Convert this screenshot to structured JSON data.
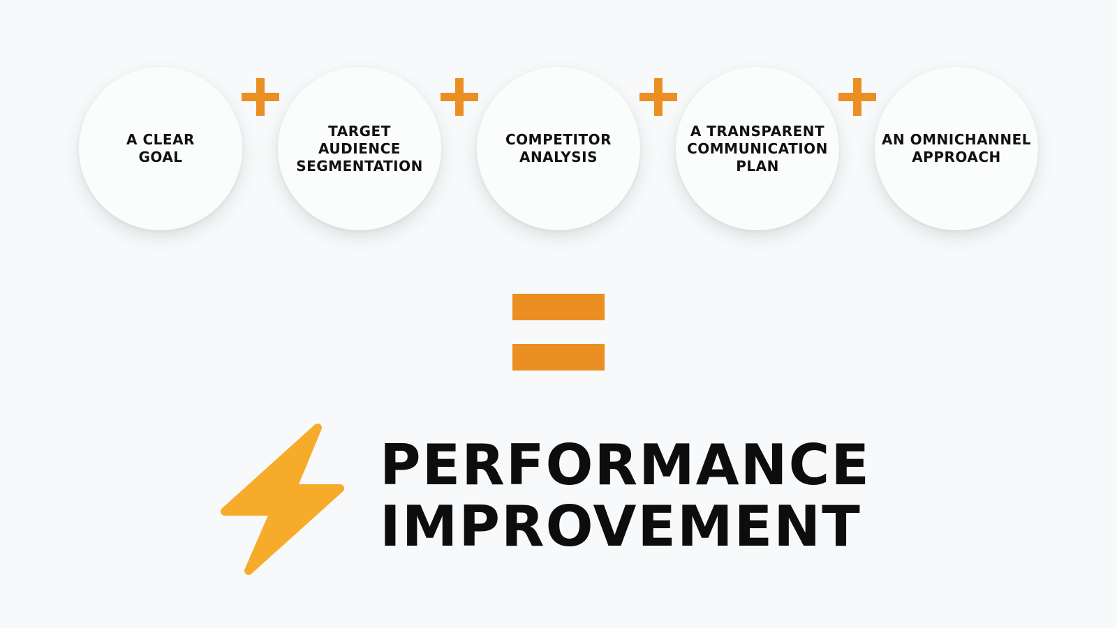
{
  "components": [
    {
      "label": "A CLEAR\nGOAL"
    },
    {
      "label": "TARGET\nAUDIENCE\nSEGMENTATION"
    },
    {
      "label": "COMPETITOR\nANALYSIS"
    },
    {
      "label": "A TRANSPARENT\nCOMMUNICATION\nPLAN"
    },
    {
      "label": "AN OMNICHANNEL\nAPPROACH"
    }
  ],
  "result": {
    "line1": "PERFORMANCE",
    "line2": "IMPROVEMENT"
  },
  "icons": {
    "operator": "plus-icon",
    "equals": "equals-icon",
    "result": "lightning-bolt-icon"
  },
  "colors": {
    "accent": "#ec8f23",
    "bolt": "#f7ab2a",
    "text": "#111111",
    "background": "#f7f9fa"
  }
}
